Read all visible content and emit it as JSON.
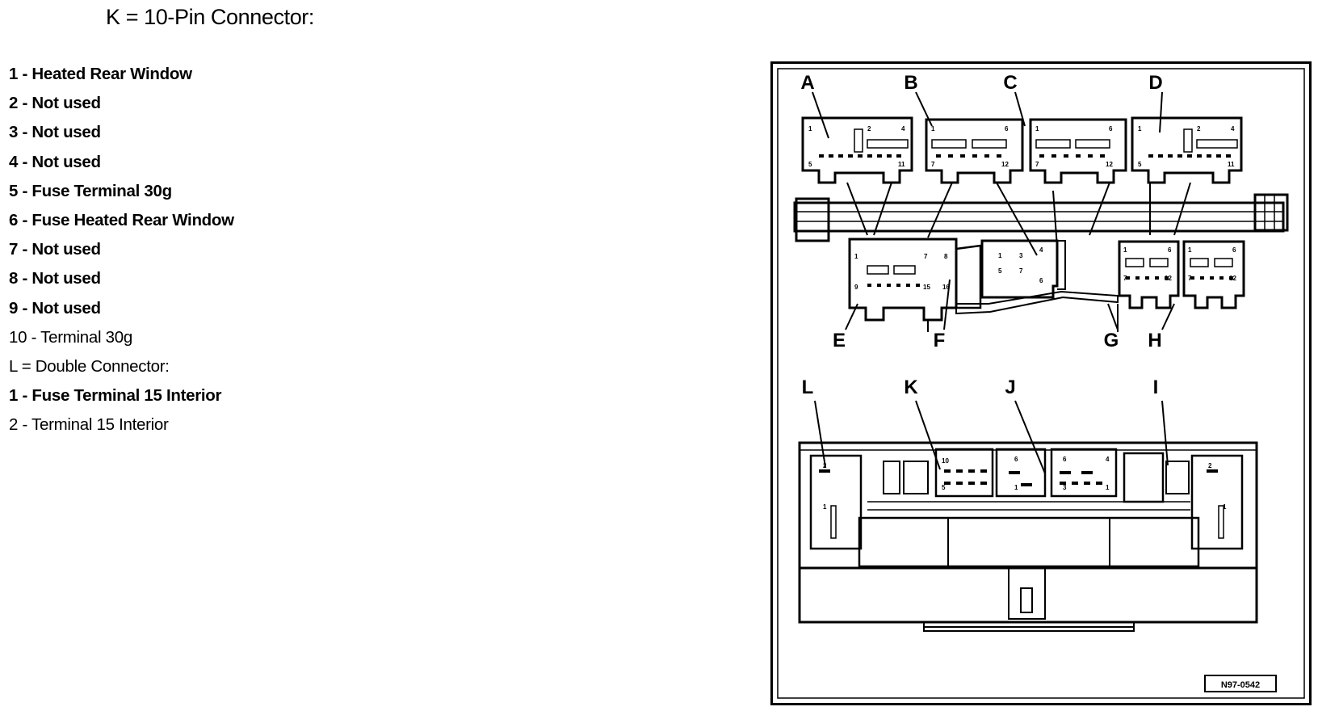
{
  "heading": "K = 10-Pin Connector:",
  "k_pins": [
    "1 - Heated Rear Window",
    "2 - Not used",
    "3 - Not used",
    "4 - Not used",
    "5 - Fuse Terminal 30g",
    "6 - Fuse Heated Rear Window",
    "7 - Not used",
    "8 - Not used",
    "9 - Not used",
    "10 - Terminal 30g"
  ],
  "l_heading": "L = Double Connector:",
  "l_pins": [
    "1 - Fuse Terminal 15 Interior",
    "2 - Terminal 15 Interior"
  ],
  "diagram": {
    "top_labels": [
      "A",
      "B",
      "C",
      "D"
    ],
    "mid_labels": [
      "E",
      "F",
      "G",
      "H"
    ],
    "bottom_labels": [
      "L",
      "K",
      "J",
      "I"
    ],
    "pin_nums": {
      "a_1": "1",
      "a_2": "2",
      "a_4": "4",
      "a_5": "5",
      "a_11": "11",
      "b_1": "1",
      "b_6": "6",
      "b_7": "7",
      "b_12": "12",
      "c_1": "1",
      "c_6": "6",
      "c_7": "7",
      "c_12": "12",
      "d_1": "1",
      "d_2": "2",
      "d_4": "4",
      "d_5": "5",
      "d_11": "11",
      "e_1": "1",
      "e_7": "7",
      "e_8": "8",
      "e_9": "9",
      "e_15": "15",
      "e_16": "16",
      "f_1": "1",
      "f_3": "3",
      "f_4": "4",
      "f_5": "5",
      "f_6": "6",
      "f_7": "7",
      "g_1": "1",
      "g_6": "6",
      "g_7": "7",
      "g_12": "12",
      "h_1": "1",
      "h_6": "6",
      "h_7": "7",
      "h_12": "12",
      "k_10": "10",
      "k_6": "6",
      "k_5": "5",
      "k_1": "1",
      "j_6": "6",
      "j_4": "4",
      "j_3": "3",
      "j_1": "1",
      "l_2": "2",
      "l_1": "1",
      "i_2": "2",
      "i_1": "1"
    },
    "figure_code": "N97-0542"
  }
}
